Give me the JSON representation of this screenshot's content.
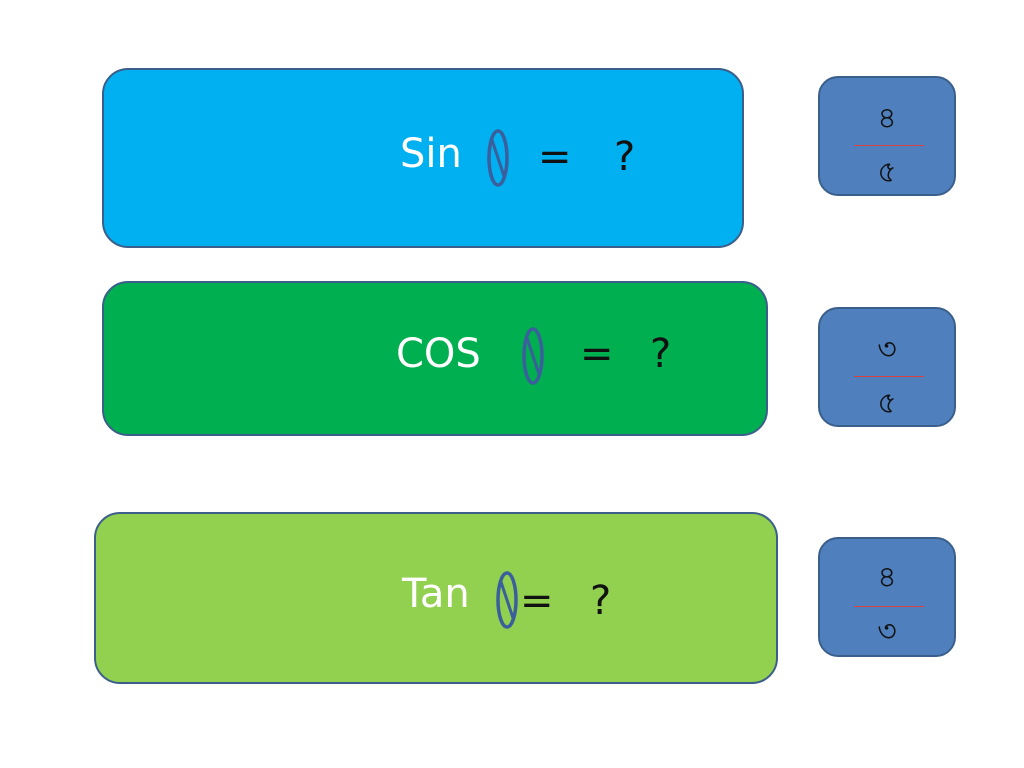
{
  "rows": [
    {
      "fn": "Sin",
      "eq": "=",
      "q": "?",
      "color": "#00b0f0",
      "ans_num": "৪",
      "ans_den": "৫"
    },
    {
      "fn": "COS",
      "eq": "=",
      "q": "?",
      "color": "#00b050",
      "ans_num": "৩",
      "ans_den": "৫"
    },
    {
      "fn": "Tan",
      "eq": "=",
      "q": "?",
      "color": "#92d050",
      "ans_num": "৪",
      "ans_den": "৩"
    }
  ],
  "theta_icon": "theta-icon"
}
